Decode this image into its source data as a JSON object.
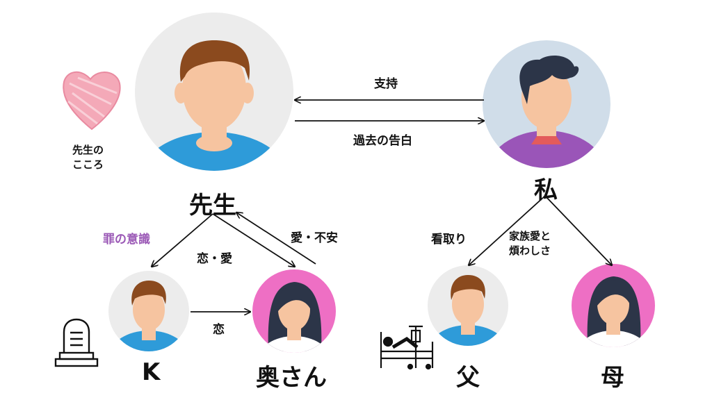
{
  "people": {
    "sensei": {
      "name": "先生"
    },
    "watashi": {
      "name": "私"
    },
    "k": {
      "name": "K"
    },
    "okusan": {
      "name": "奥さん"
    },
    "chichi": {
      "name": "父"
    },
    "haha": {
      "name": "母"
    }
  },
  "edges": {
    "support": "支持",
    "confession": "過去の告白",
    "love_to_wife": "恋・愛",
    "love_anxiety": "愛・不安",
    "k_love": "恋",
    "nursing": "看取り",
    "family_1": "家族愛と",
    "family_2": "煩わしさ"
  },
  "notes": {
    "heart_1": "先生の",
    "heart_2": "こころ",
    "guilt": "罪の意識"
  },
  "colors": {
    "grey_bg": "#ececec",
    "blue_bg": "#d0dde9",
    "pink_bg": "#ee6fc4",
    "skin": "#f6c4a0",
    "hair_brown": "#8b4a1e",
    "hair_dark": "#2c3548",
    "shirt_blue": "#2e9bd9",
    "shirt_purple": "#9a55b8",
    "heart": "#f4a9b8",
    "guilt": "#9b59b6"
  },
  "icons": {
    "heart": "heart-icon",
    "grave": "gravestone-icon",
    "bed": "hospital-bed-icon"
  }
}
